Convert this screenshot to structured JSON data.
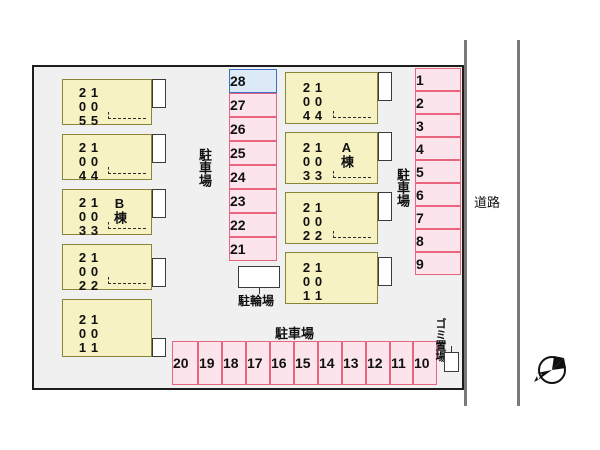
{
  "site_plan": {
    "title": "",
    "colors": {
      "site_background": "#f0f0f0",
      "site_border": "#1d1d1d",
      "building_fill": "#f7f2c4",
      "building_border": "#8a8438",
      "parking_fill": "#fce4ec",
      "parking_border": "#e8647f",
      "selected_fill": "#dceaf7",
      "selected_border": "#3a6fc4",
      "road_line": "#7a7a7a"
    }
  },
  "buildings": [
    {
      "name": "B棟",
      "position": "west",
      "units": [
        {
          "upper": "205",
          "lower": "105"
        },
        {
          "upper": "204",
          "lower": "104"
        },
        {
          "upper": "203",
          "lower": "103"
        },
        {
          "upper": "202",
          "lower": "102"
        },
        {
          "upper": "201",
          "lower": "101"
        }
      ]
    },
    {
      "name": "A棟",
      "position": "center",
      "units": [
        {
          "upper": "204",
          "lower": "104"
        },
        {
          "upper": "203",
          "lower": "103"
        },
        {
          "upper": "202",
          "lower": "102"
        },
        {
          "upper": "201",
          "lower": "101"
        }
      ]
    }
  ],
  "parking": {
    "label": "駐車場",
    "east_column": {
      "label": "駐車場",
      "spaces": [
        "1",
        "2",
        "3",
        "4",
        "5",
        "6",
        "7",
        "8",
        "9"
      ]
    },
    "center_column": {
      "label": "駐車場",
      "spaces": [
        "28",
        "27",
        "26",
        "25",
        "24",
        "23",
        "22",
        "21"
      ],
      "selected": "28"
    },
    "south_row": {
      "label": "駐車場",
      "spaces": [
        "20",
        "19",
        "18",
        "17",
        "16",
        "15",
        "14",
        "13",
        "12",
        "11",
        "10"
      ]
    }
  },
  "facilities": {
    "bicycle_parking": "駐輪場",
    "garbage_area": "ゴミ置場"
  },
  "road": {
    "label": "道路"
  },
  "compass": {
    "label": "north-arrow"
  }
}
